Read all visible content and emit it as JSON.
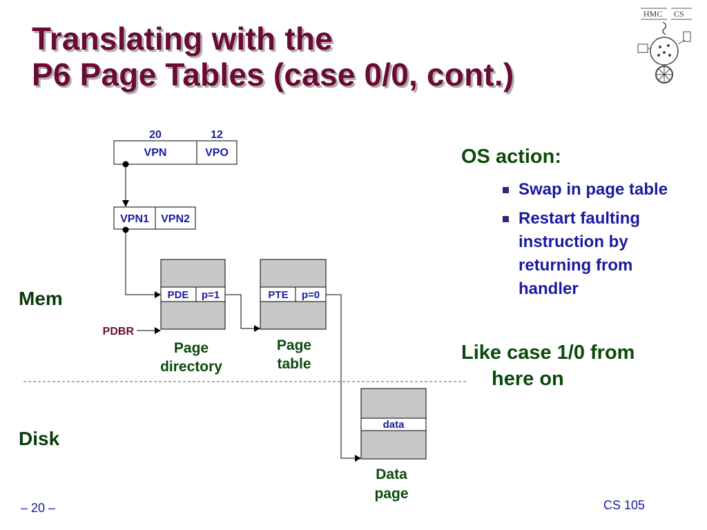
{
  "title": {
    "line1": "Translating with the",
    "line2": "P6 Page Tables (case 0/0, cont.)"
  },
  "logo": {
    "text_left": "HMC",
    "text_right": "CS"
  },
  "diagram": {
    "vpn_bits": "20",
    "vpo_bits": "12",
    "vpn": "VPN",
    "vpo": "VPO",
    "vpn1": "VPN1",
    "vpn2": "VPN2",
    "pde": "PDE",
    "pde_p": "p=1",
    "pte": "PTE",
    "pte_p": "p=0",
    "pdbr": "PDBR",
    "page_directory": [
      "Page",
      "directory"
    ],
    "page_table": [
      "Page",
      "table"
    ],
    "data": "data",
    "data_page": [
      "Data",
      "page"
    ]
  },
  "mem_label": "Mem",
  "disk_label": "Disk",
  "os_action": {
    "heading": "OS action:",
    "bullets": [
      "Swap in page table",
      "Restart faulting instruction by returning from handler"
    ]
  },
  "like_case": {
    "line1": "Like case 1/0 from",
    "line2": "here on"
  },
  "footer": {
    "page": "– 20 –",
    "course": "CS 105"
  },
  "colors": {
    "title": "#6b0a34",
    "green": "#0a4a0a",
    "blue": "#1a1aa0",
    "box_gray": "#c8c8c8"
  }
}
